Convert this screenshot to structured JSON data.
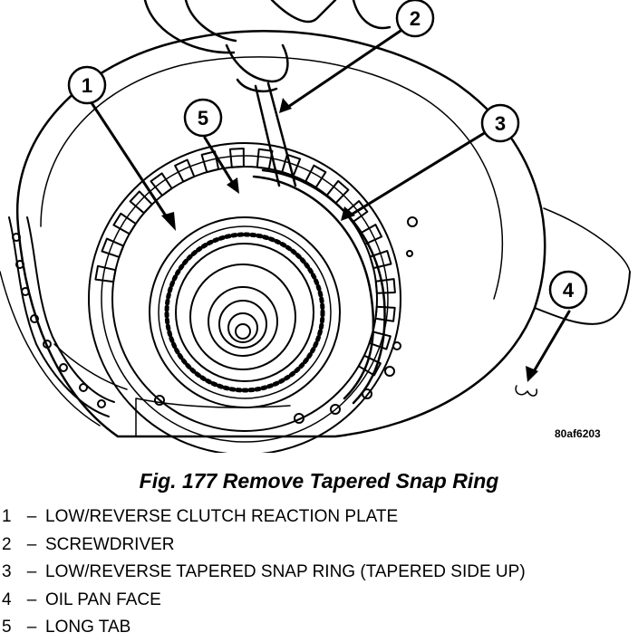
{
  "figure": {
    "id": "80af6203",
    "callouts": [
      "1",
      "2",
      "3",
      "4",
      "5"
    ]
  },
  "caption": "Fig. 177 Remove Tapered Snap Ring",
  "legend": [
    {
      "num": "1",
      "sep": "–",
      "label": "LOW/REVERSE CLUTCH REACTION PLATE"
    },
    {
      "num": "2",
      "sep": "–",
      "label": "SCREWDRIVER"
    },
    {
      "num": "3",
      "sep": "–",
      "label": "LOW/REVERSE TAPERED SNAP RING (TAPERED SIDE UP)"
    },
    {
      "num": "4",
      "sep": "–",
      "label": "OIL PAN FACE"
    },
    {
      "num": "5",
      "sep": "–",
      "label": "LONG TAB"
    }
  ]
}
